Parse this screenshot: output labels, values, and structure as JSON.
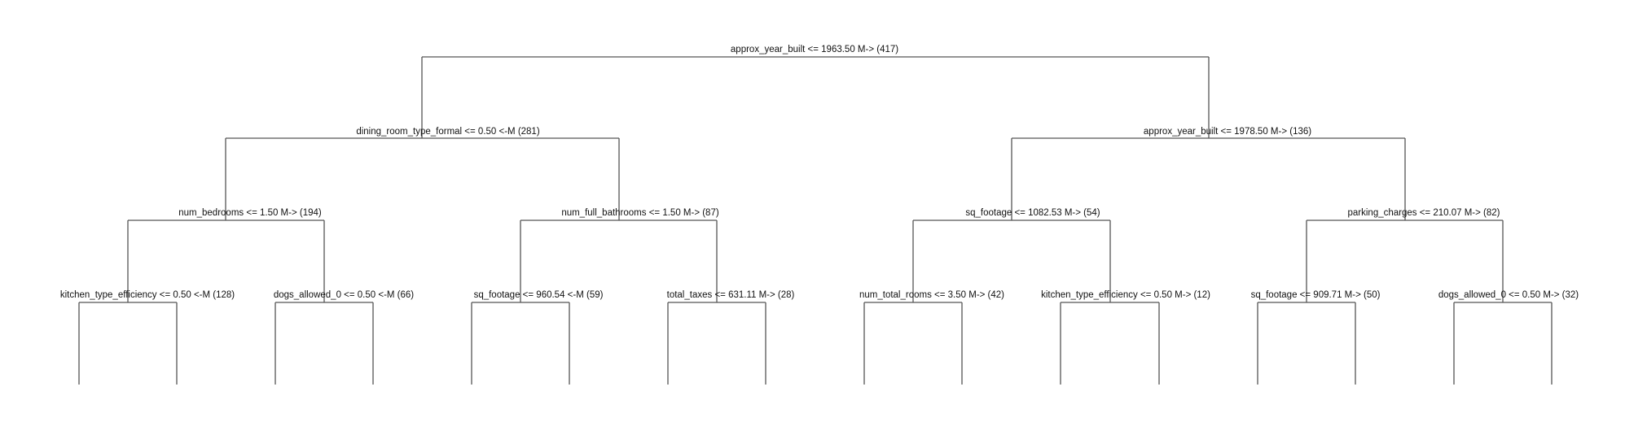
{
  "nodes": [
    {
      "id": "n1",
      "label": "approx_year_built <= 1963.50 M-> (417)"
    },
    {
      "id": "n2",
      "label": "dining_room_type_formal <= 0.50 <-M (281)"
    },
    {
      "id": "n3",
      "label": "approx_year_built <= 1978.50 M-> (136)"
    },
    {
      "id": "n4",
      "label": "num_bedrooms <= 1.50 M-> (194)"
    },
    {
      "id": "n5",
      "label": "num_full_bathrooms <= 1.50 M-> (87)"
    },
    {
      "id": "n6",
      "label": "sq_footage <= 1082.53 M-> (54)"
    },
    {
      "id": "n7",
      "label": "parking_charges <= 210.07 M-> (82)"
    },
    {
      "id": "n8",
      "label": "kitchen_type_efficiency <= 0.50 <-M (128)"
    },
    {
      "id": "n9",
      "label": "dogs_allowed_0 <= 0.50 <-M (66)"
    },
    {
      "id": "n10",
      "label": "sq_footage <= 960.54 <-M (59)"
    },
    {
      "id": "n11",
      "label": "total_taxes <= 631.11 M-> (28)"
    },
    {
      "id": "n12",
      "label": "num_total_rooms <= 3.50 M-> (42)"
    },
    {
      "id": "n13",
      "label": "kitchen_type_efficiency <= 0.50 M-> (12)"
    },
    {
      "id": "n14",
      "label": "sq_footage <= 909.71 M-> (50)"
    },
    {
      "id": "n15",
      "label": "dogs_allowed_0 <= 0.50 M-> (32)"
    }
  ]
}
